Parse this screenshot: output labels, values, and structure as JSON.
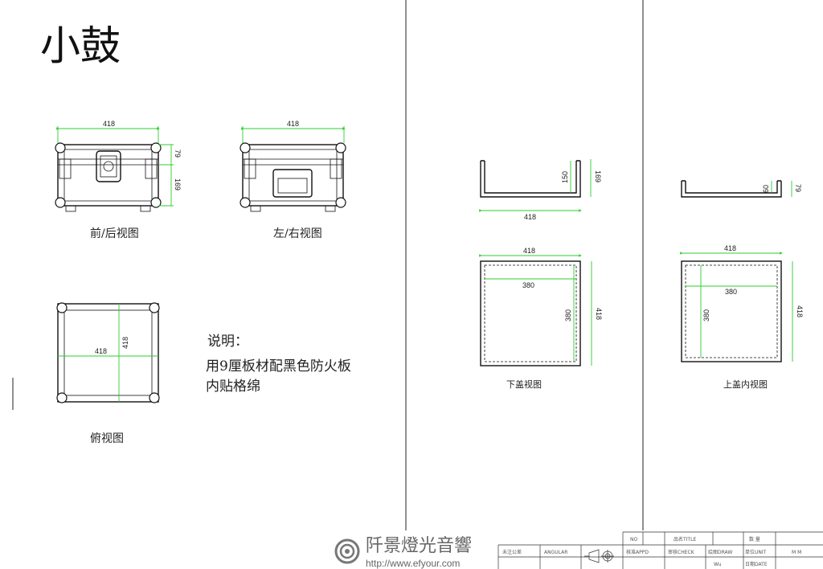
{
  "title": "小鼓",
  "views": {
    "front": {
      "label": "前/后视图",
      "width": "418",
      "lid_h": "79",
      "body_h": "169"
    },
    "side": {
      "label": "左/右视图",
      "width": "418"
    },
    "top": {
      "label": "俯视图",
      "w": "418",
      "d": "418"
    },
    "lower_lid_section": {
      "inner_h": "150",
      "outer_h": "169",
      "width": "418"
    },
    "lower_lid": {
      "label": "下盖视图",
      "outer_w": "418",
      "inner_w": "380",
      "inner_d": "380",
      "outer_d": "418"
    },
    "upper_lid_section": {
      "inner_h": "60",
      "outer_h": "79"
    },
    "upper_lid": {
      "label": "上盖内视图",
      "outer_w": "418",
      "inner_w": "380",
      "inner_d": "380",
      "outer_d": "418"
    }
  },
  "notes": {
    "heading": "说明：",
    "line1": "用9厘板材配黑色防火板",
    "line2": "内贴格绵"
  },
  "title_block": {
    "no": "NO",
    "title": "品名TITLE",
    "qty": "数 量",
    "tolerance": "未注公差",
    "angular": "ANGULAR",
    "appd": "核准APPD",
    "check": "审核CHECK",
    "draw": "绘图DRAW",
    "unit": "单位UNIT",
    "unit_val": "M M",
    "date": "日期DATE",
    "drawer": "Wu"
  },
  "watermark": {
    "name": "阡景燈光音響",
    "url": "http://www.efyour.com"
  }
}
